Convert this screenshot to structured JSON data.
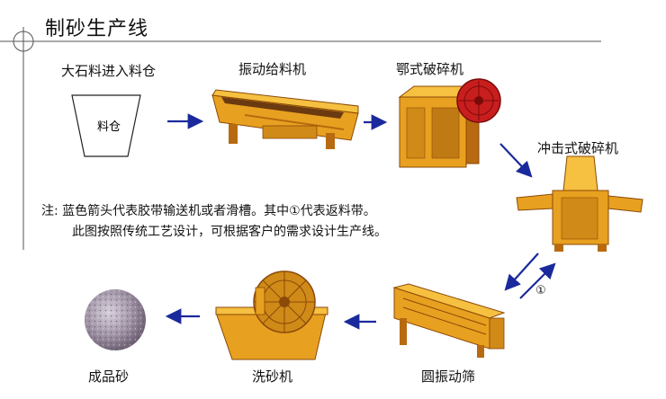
{
  "header": {
    "title": "制砂生产线"
  },
  "stages": {
    "bin_stage": {
      "label": "大石料进入料仓",
      "bin_text": "料仓"
    },
    "feeder": {
      "label": "振动给料机"
    },
    "jaw_crusher": {
      "label": "鄂式破碎机"
    },
    "impact_crusher": {
      "label": "冲击式破碎机"
    },
    "screen": {
      "label": "圆振动筛"
    },
    "sand_washer": {
      "label": "洗砂机"
    },
    "product": {
      "label": "成品砂"
    }
  },
  "notes": {
    "line1": "注:  蓝色箭头代表胶带输送机或者滑槽。其中①代表返料带。",
    "line2": "此图按照传统工艺设计，可根据客户的需求设计生产线。"
  },
  "return_marker": "①",
  "colors": {
    "arrow": "#1a2a9c",
    "machine": "#e8a020",
    "machine_dark": "#b86a10",
    "flywheel": "#c81e1e"
  }
}
